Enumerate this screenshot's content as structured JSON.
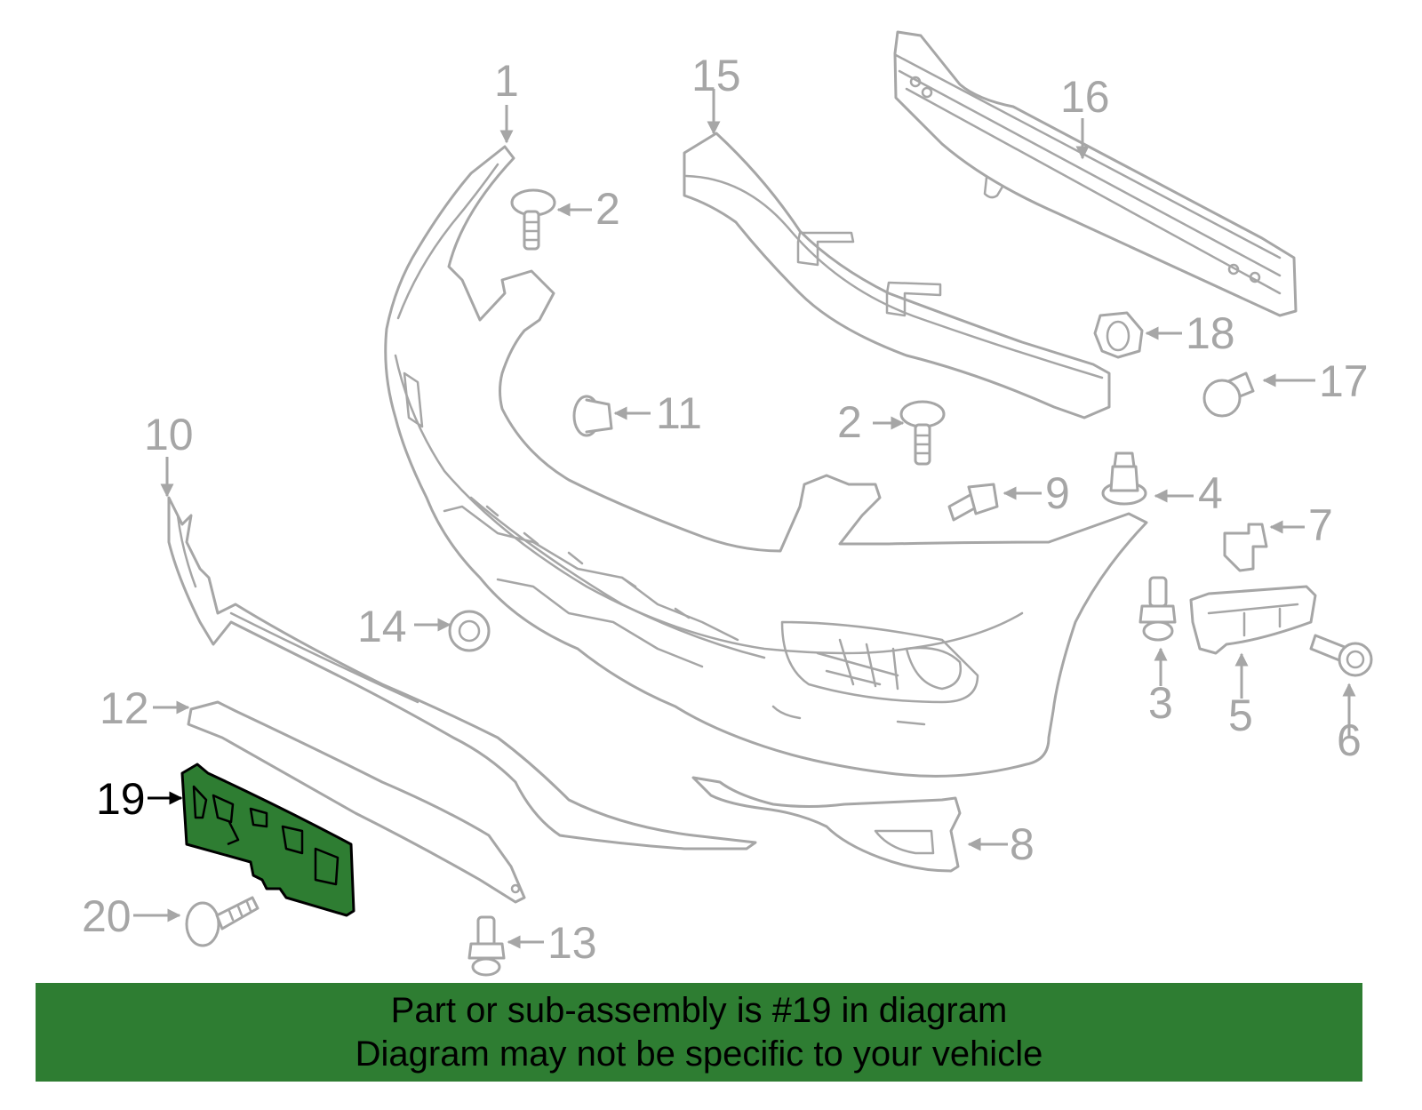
{
  "colors": {
    "highlight_fill": "#2e7d32",
    "line_gray": "#a6a6a6",
    "caption_bg": "#2e7d32",
    "caption_text": "#000000"
  },
  "callouts": {
    "c1": "1",
    "c2a": "2",
    "c2b": "2",
    "c3": "3",
    "c4": "4",
    "c5": "5",
    "c6": "6",
    "c7": "7",
    "c8": "8",
    "c9": "9",
    "c10": "10",
    "c11": "11",
    "c12": "12",
    "c13": "13",
    "c14": "14",
    "c15": "15",
    "c16": "16",
    "c17": "17",
    "c18": "18",
    "c19": "19",
    "c20": "20"
  },
  "highlighted_part": "19",
  "caption": {
    "line1": "Part or sub-assembly is #19 in diagram",
    "line2": "Diagram may not be specific to your vehicle"
  }
}
